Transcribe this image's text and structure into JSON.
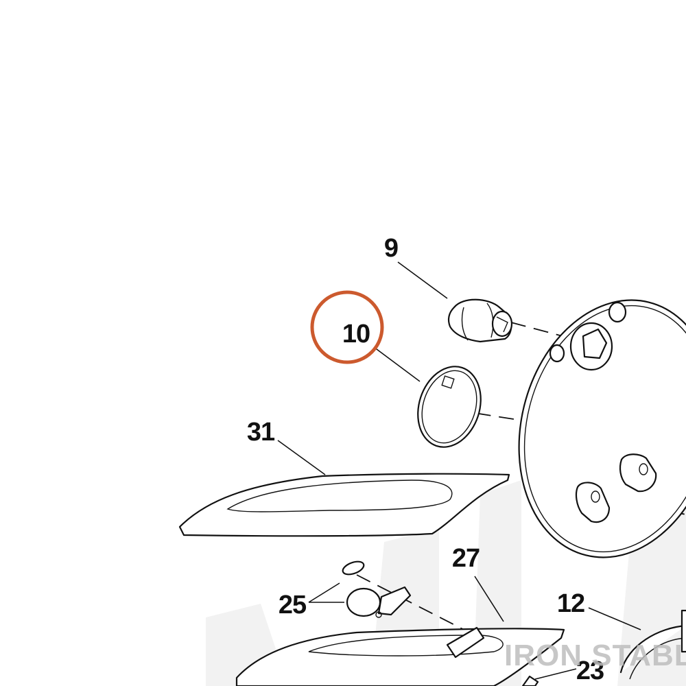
{
  "callouts": {
    "c9": "9",
    "c10": "10",
    "c31": "31",
    "c27": "27",
    "c25": "25",
    "c12": "12",
    "c23": "23"
  },
  "watermark": {
    "text": "IRON STABLE"
  },
  "colors": {
    "highlight_circle": "#cc5a2e",
    "ink": "#111111",
    "watermark": "#bdbdbd",
    "watermark_shape": "#f2f2f2"
  }
}
